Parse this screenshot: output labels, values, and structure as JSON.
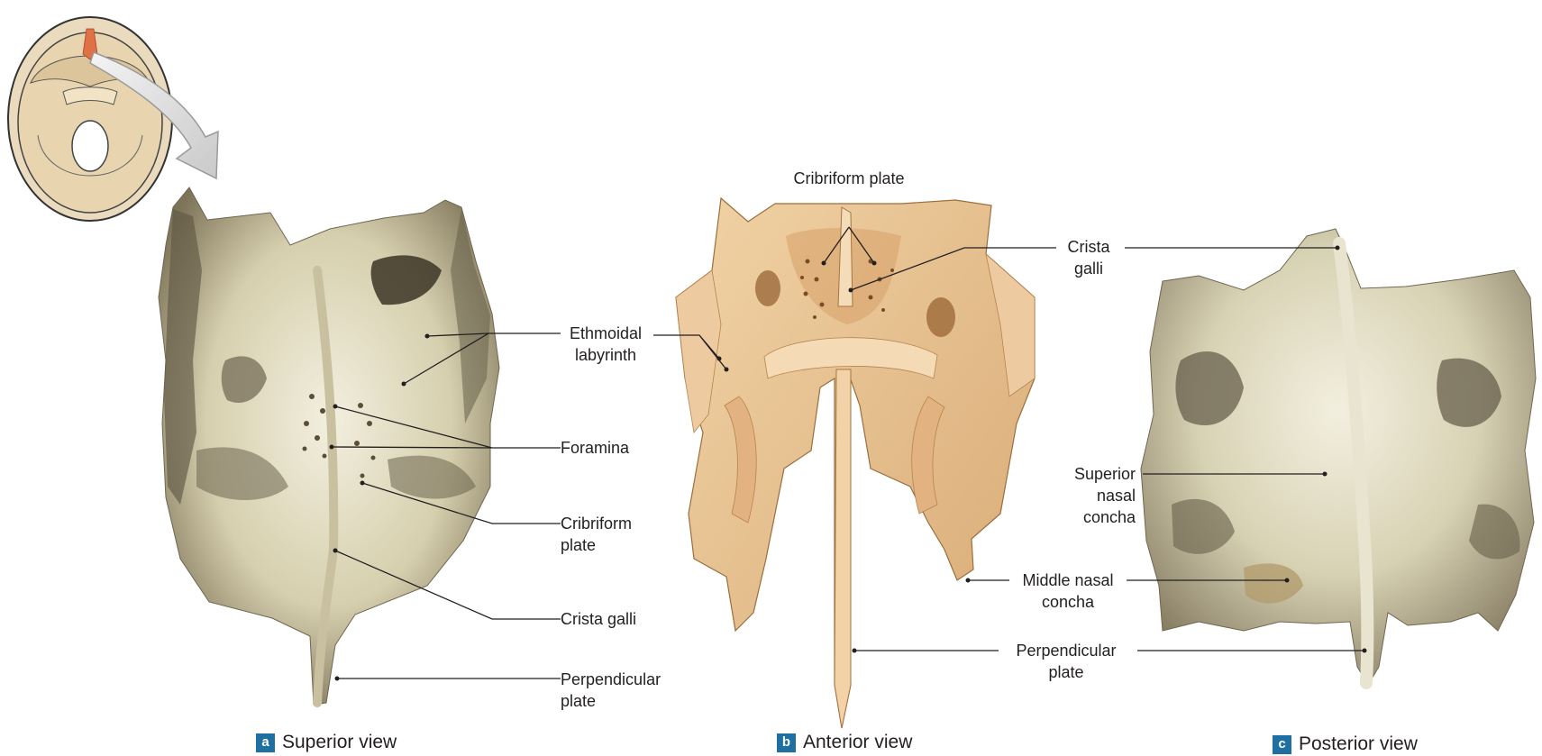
{
  "colors": {
    "leader": "#231f20",
    "badge": "#1f6fa3",
    "photo_bone": "#ddd6b8",
    "illustration_bone": "#e6c08e",
    "highlight": "#e07045"
  },
  "panels": {
    "a": {
      "badge": "a",
      "caption": "Superior view",
      "labels": {
        "ethmoidal_labyrinth": "Ethmoidal\nlabyrinth",
        "foramina": "Foramina",
        "cribriform_plate": "Cribriform\nplate",
        "crista_galli": "Crista galli",
        "perpendicular_plate": "Perpendicular\nplate"
      }
    },
    "b": {
      "badge": "b",
      "caption": "Anterior view",
      "labels": {
        "cribriform_plate": "Cribriform plate",
        "crista_galli": "Crista\ngalli",
        "middle_nasal_concha": "Middle nasal\nconcha",
        "perpendicular_plate": "Perpendicular\nplate"
      }
    },
    "c": {
      "badge": "c",
      "caption": "Posterior view",
      "labels": {
        "superior_nasal_concha": "Superior\nnasal\nconcha"
      }
    }
  }
}
